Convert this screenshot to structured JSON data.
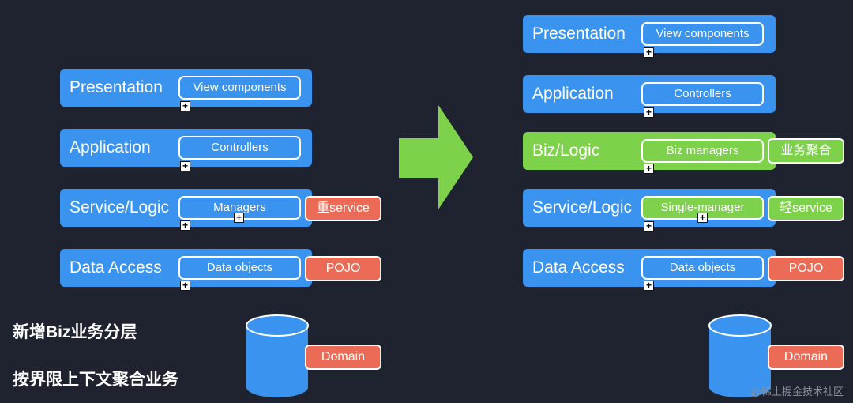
{
  "left": {
    "layers": [
      {
        "title": "Presentation",
        "component": "View components"
      },
      {
        "title": "Application",
        "component": "Controllers"
      },
      {
        "title": "Service/Logic",
        "component": "Managers",
        "tag": "重service"
      },
      {
        "title": "Data Access",
        "component": "Data objects",
        "tag": "POJO"
      }
    ],
    "domain": "Domain",
    "notes": [
      "新增Biz业务分层",
      "按界限上下文聚合业务"
    ]
  },
  "right": {
    "layers": [
      {
        "title": "Presentation",
        "component": "View components"
      },
      {
        "title": "Application",
        "component": "Controllers"
      },
      {
        "title": "Biz/Logic",
        "component": "Biz managers",
        "tag": "业务聚合"
      },
      {
        "title": "Service/Logic",
        "component": "Single-manager",
        "tag": "轻service"
      },
      {
        "title": "Data Access",
        "component": "Data objects",
        "tag": "POJO"
      }
    ],
    "domain": "Domain"
  },
  "watermark": "@稀土掘金技术社区",
  "colors": {
    "background": "#1f2330",
    "layer_blue": "#3a93ee",
    "biz_green": "#7ed14b",
    "tag_red": "#ec6b56",
    "arrow_green": "#7ed14b"
  }
}
